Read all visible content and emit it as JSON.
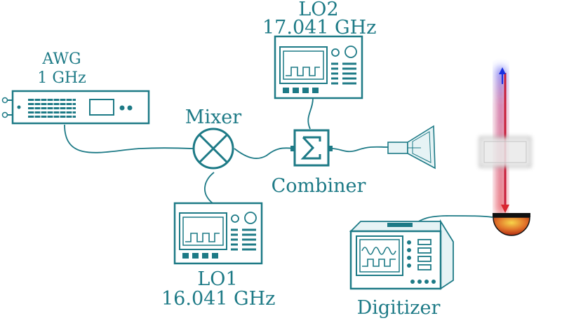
{
  "colors": {
    "teal": "#1d7a86",
    "teal_fill": "#e6f3f5",
    "beam": "#d9262f",
    "beam_up": "#1a2fe0",
    "detector": "#d9462a"
  },
  "awg": {
    "name": "AWG",
    "freq": "1 GHz"
  },
  "mixer": {
    "label": "Mixer"
  },
  "combiner": {
    "label": "Combiner",
    "symbol": "Σ"
  },
  "lo1": {
    "name": "LO1",
    "freq": "16.041 GHz"
  },
  "lo2": {
    "name": "LO2",
    "freq": "17.041 GHz"
  },
  "digitizer": {
    "label": "Digitizer"
  },
  "icons": [
    "signal-generator-icon",
    "mixer-icon",
    "combiner-icon",
    "horn-antenna-icon",
    "oscilloscope-icon",
    "photodetector-icon",
    "cell-icon"
  ]
}
